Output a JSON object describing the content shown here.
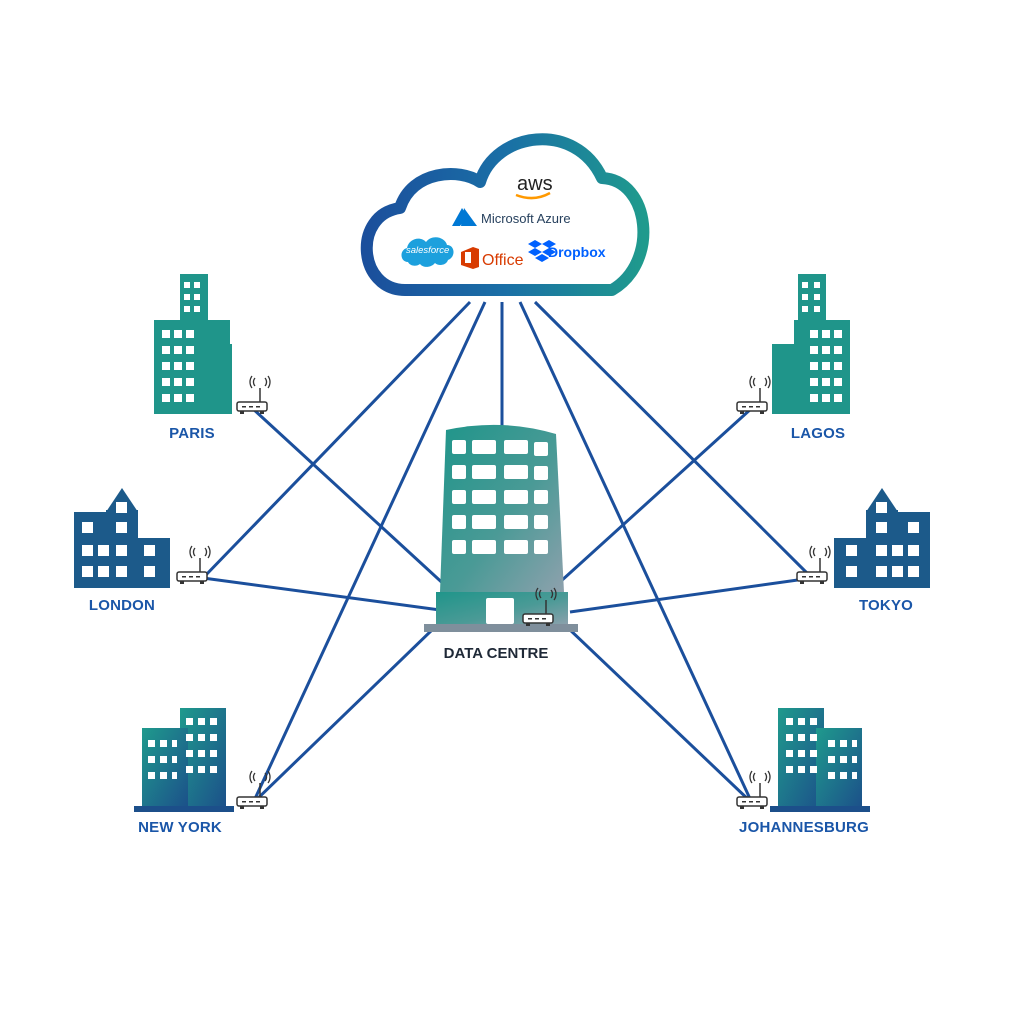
{
  "cloud": {
    "services": {
      "aws": "aws",
      "azure": "Microsoft Azure",
      "salesforce": "salesforce",
      "office": "Office",
      "dropbox": "Dropbox"
    }
  },
  "data_centre": {
    "label": "DATA CENTRE"
  },
  "sites": {
    "paris": "PARIS",
    "london": "LONDON",
    "new_york": "NEW YORK",
    "lagos": "LAGOS",
    "tokyo": "TOKYO",
    "johannesburg": "JOHANNESBURG"
  },
  "colors": {
    "link": "#1b4f9c",
    "label": "#1a56a8",
    "teal": "#1f958a",
    "navy": "#1c5a8a"
  }
}
